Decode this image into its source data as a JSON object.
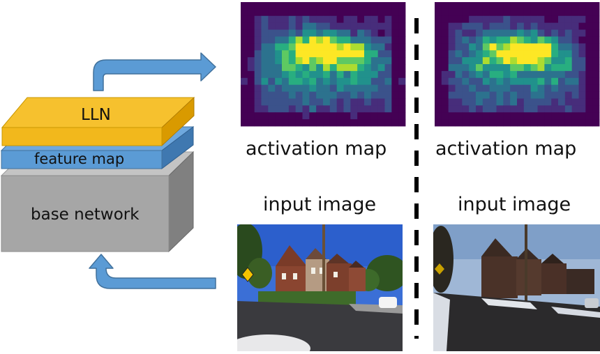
{
  "network": {
    "lln_label": "LLN",
    "feature_map_label": "feature map",
    "base_network_label": "base network"
  },
  "captions": {
    "activation_left": "activation map",
    "activation_right": "activation map",
    "input_left": "input image",
    "input_right": "input image"
  },
  "colors": {
    "lln_top": "#f6c12e",
    "lln_front": "#f2b81c",
    "lln_side": "#d99a00",
    "feature_front": "#5b9bd5",
    "feature_top": "#6ea8de",
    "feature_side": "#3f78b0",
    "base_front": "#a6a6a6",
    "base_top": "#c4c4c4",
    "base_side": "#808080",
    "arrow": "#5b9bd5",
    "arrow_stroke": "#41719c",
    "heatmap_bg": "#440154",
    "divider": "#000000"
  },
  "heatmaps": {
    "palette": [
      "#440154",
      "#472d7b",
      "#3b528b",
      "#2c728e",
      "#21918c",
      "#28ae80",
      "#5ec962",
      "#addc30",
      "#fde725"
    ]
  }
}
